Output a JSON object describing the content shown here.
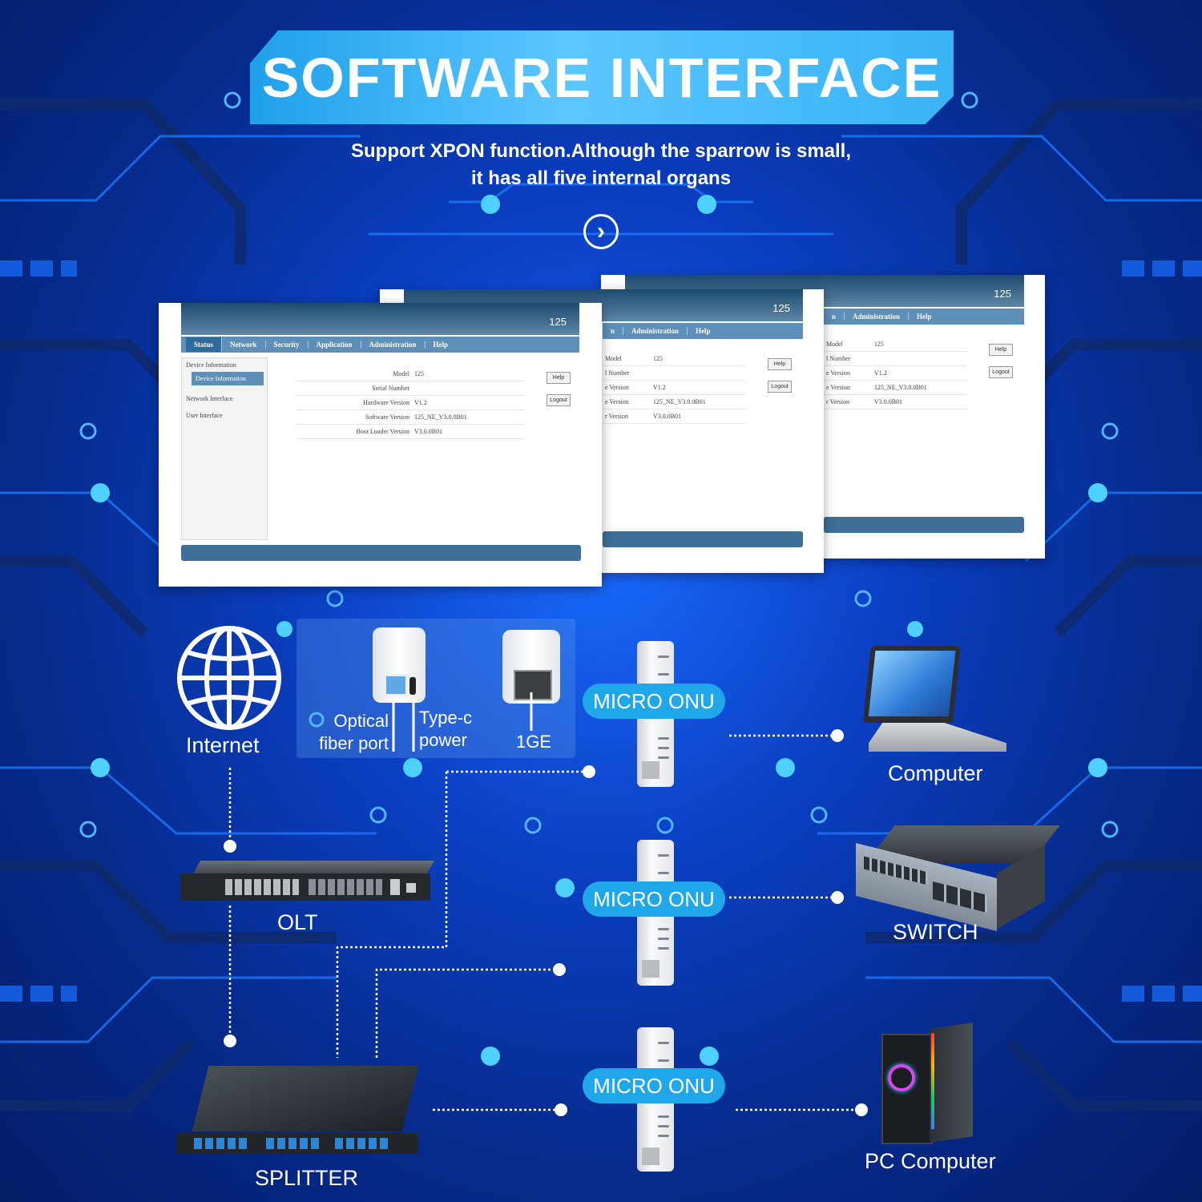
{
  "banner": {
    "title": "SOFTWARE INTERFACE"
  },
  "subtitle": {
    "line1": "Support XPON function.Although the sparrow is small,",
    "line2": "it has all five internal organs"
  },
  "screens": {
    "number": "125",
    "nav": [
      "Status",
      "Network",
      "Security",
      "Application",
      "Administration",
      "Help"
    ],
    "nav_partial": [
      "n",
      "Administration",
      "Help"
    ],
    "sidebar": {
      "group": "Device Information",
      "active": "Device Information",
      "items": [
        "Network Interface",
        "User Interface"
      ]
    },
    "rows": [
      {
        "key": "Model",
        "value": "125"
      },
      {
        "key": "Serial Number",
        "value": ""
      },
      {
        "key": "Hardware Version",
        "value": "V1.2"
      },
      {
        "key": "Software Version",
        "value": "125_NE_V3.0.0B01"
      },
      {
        "key": "Boot Loader Version",
        "value": "V3.0.0B01"
      }
    ],
    "rows_partial": [
      {
        "key": "Model",
        "value": "125"
      },
      {
        "key": "l Number",
        "value": ""
      },
      {
        "key": "e Version",
        "value": "V1.2"
      },
      {
        "key": "e Version",
        "value": "125_NE_V3.0.0B01"
      },
      {
        "key": "r Version",
        "value": "V3.0.0B01"
      }
    ],
    "help_button": "Help",
    "logout_button": "Logout"
  },
  "diagram": {
    "internet": "Internet",
    "features": {
      "optical_1": "Optical",
      "optical_2": "fiber port",
      "typec_1": "Type-c",
      "typec_2": "power",
      "ge": "1GE"
    },
    "olt": "OLT",
    "splitter": "SPLITTER",
    "onu": "MICRO ONU",
    "computer": "Computer",
    "switch": "SWITCH",
    "pc": "PC Computer"
  },
  "colors": {
    "banner": "#39b3f5",
    "badge": "#1fa7ea",
    "nav": "#5e8fb8"
  }
}
